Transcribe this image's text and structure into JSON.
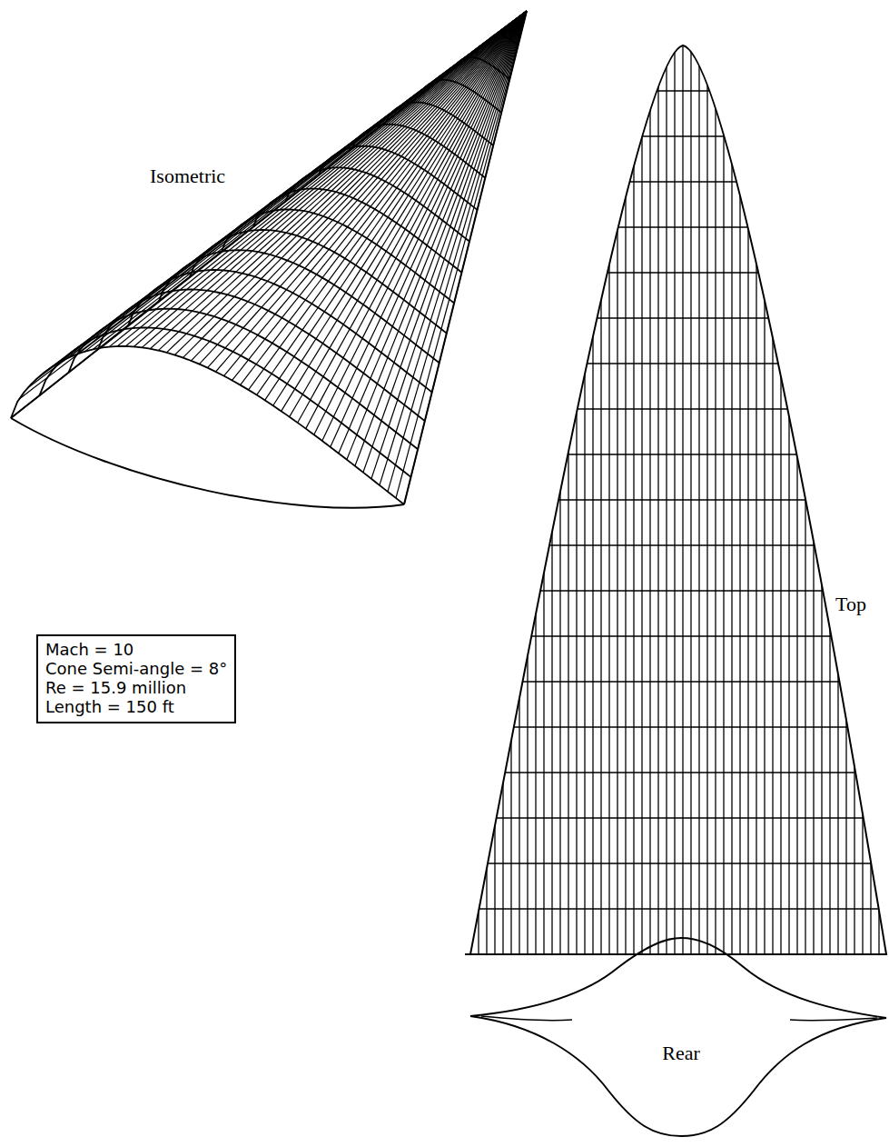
{
  "diagram": {
    "nodes": [
      {
        "text": [
          "Mach = 10",
          "Cone Semi-angle = 8°",
          "Re = 15.9 million",
          "Length = 150 ft"
        ]
      }
    ],
    "labels": [
      "Isometric",
      "Top",
      "Rear"
    ]
  }
}
